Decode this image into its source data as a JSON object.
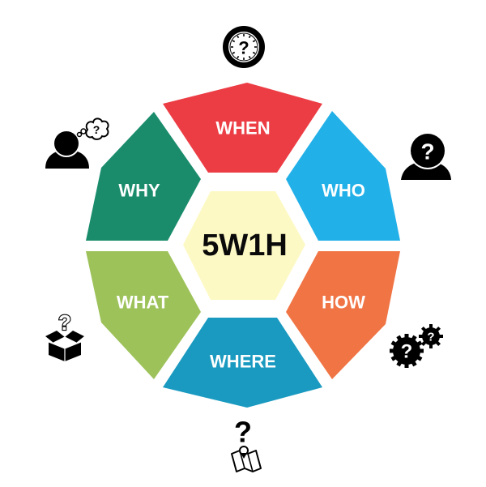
{
  "diagram": {
    "title": "5W1H",
    "center": {
      "label": "5W1H",
      "color": "#fdf9c4"
    },
    "segments": [
      {
        "id": "when",
        "label": "WHEN",
        "color": "#ec3d45",
        "icon": "clock-question-icon"
      },
      {
        "id": "who",
        "label": "WHO",
        "color": "#22b0e8",
        "icon": "person-question-icon"
      },
      {
        "id": "how",
        "label": "HOW",
        "color": "#f07444",
        "icon": "gears-question-icon"
      },
      {
        "id": "where",
        "label": "WHERE",
        "color": "#1a9ac0",
        "icon": "map-question-icon"
      },
      {
        "id": "what",
        "label": "WHAT",
        "color": "#9dc25a",
        "icon": "box-question-icon"
      },
      {
        "id": "why",
        "label": "WHY",
        "color": "#1a8c6c",
        "icon": "thinking-person-icon"
      }
    ],
    "icon_color": "#000000",
    "icon_glyph": "?"
  }
}
